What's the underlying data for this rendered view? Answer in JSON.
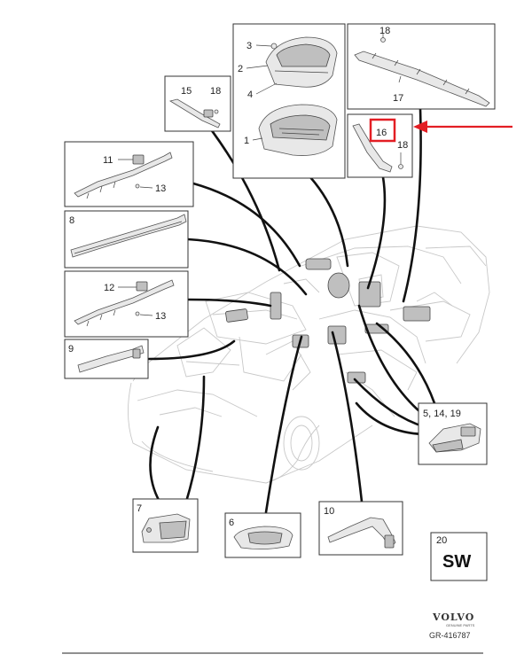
{
  "callouts": {
    "c1": "1",
    "c2": "2",
    "c3": "3",
    "c4": "4",
    "c5_14_19": "5, 14, 19",
    "c6": "6",
    "c7": "7",
    "c8": "8",
    "c9": "9",
    "c10": "10",
    "c11": "11",
    "c12": "12",
    "c13a": "13",
    "c13b": "13",
    "c15": "15",
    "c16": "16",
    "c17": "17",
    "c18a": "18",
    "c18b": "18",
    "c18c": "18",
    "c20": "20"
  },
  "sw_label": "SW",
  "brand": {
    "name": "VOLVO",
    "sub": "GENUINE PARTS"
  },
  "drawing_ref": "GR-416787",
  "highlight_color": "#e31e24"
}
